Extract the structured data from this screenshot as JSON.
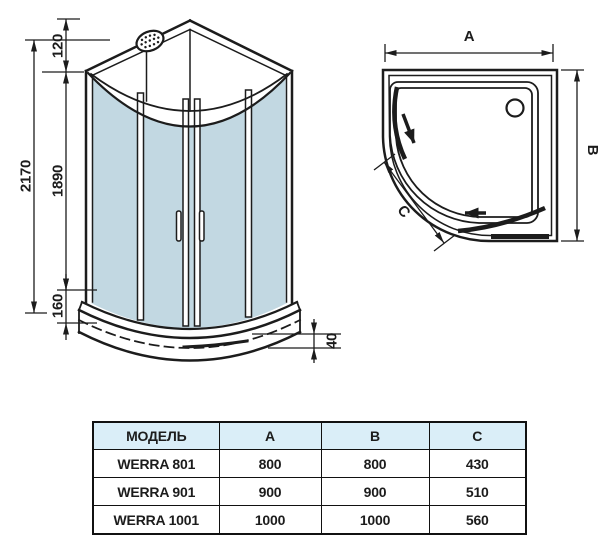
{
  "drawing": {
    "front_view": {
      "dim_total_height": "2170",
      "dim_top_section": "120",
      "dim_glass_height": "1890",
      "dim_tray_height": "160",
      "dim_tray_rim": "40"
    },
    "top_view": {
      "dim_width_label": "A",
      "dim_depth_label": "B",
      "dim_front_label": "C"
    }
  },
  "table": {
    "headers": [
      "МОДЕЛЬ",
      "A",
      "B",
      "C"
    ],
    "rows": [
      {
        "model": "WERRA 801",
        "a": "800",
        "b": "800",
        "c": "430"
      },
      {
        "model": "WERRA 901",
        "a": "900",
        "b": "900",
        "c": "510"
      },
      {
        "model": "WERRA 1001",
        "a": "1000",
        "b": "1000",
        "c": "560"
      }
    ]
  },
  "colors": {
    "glass": "#c2d8e2",
    "table_header_bg": "#daeef8",
    "line": "#1c1c1c"
  }
}
